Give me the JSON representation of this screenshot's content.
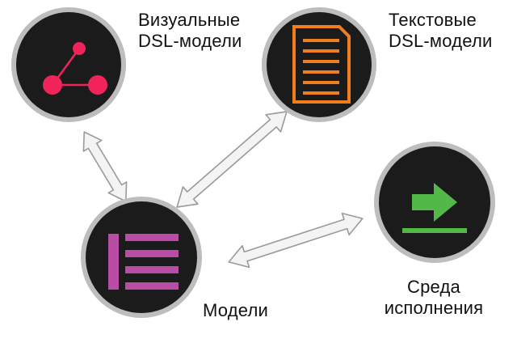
{
  "nodes": {
    "visual_dsl": {
      "label": "Визуальные\nDSL-модели",
      "icon": "graph-nodes-icon",
      "color": "#f0245a"
    },
    "text_dsl": {
      "label": "Текстовые\nDSL-модели",
      "icon": "document-lines-icon",
      "color": "#f07d1e"
    },
    "runtime": {
      "label": "Среда\nисполнения",
      "icon": "arrow-right-icon",
      "color": "#52b847"
    },
    "models": {
      "label": "Модели",
      "icon": "list-icon",
      "color": "#b94da6"
    }
  },
  "style": {
    "circle_fill": "#1b1b1b",
    "circle_ring": "#bdbdbd",
    "arrow_fill": "#f4f4f4",
    "arrow_stroke": "#9a9a9a"
  }
}
